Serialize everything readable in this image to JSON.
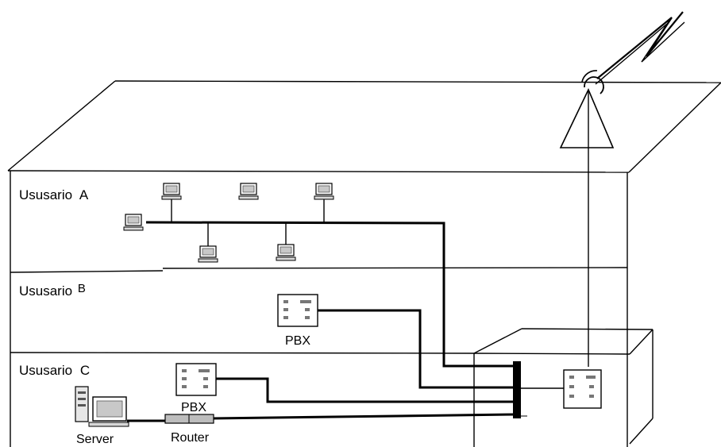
{
  "floors": [
    {
      "id": "a",
      "label_prefix": "Ususario",
      "label_letter": "A"
    },
    {
      "id": "b",
      "label_prefix": "Ususario",
      "label_letter": "B"
    },
    {
      "id": "c",
      "label_prefix": "Ususario",
      "label_letter": "C"
    }
  ],
  "devices": {
    "pbx_b_label": "PBX",
    "pbx_c_label": "PBX",
    "server_label": "Server",
    "router_label": "Router"
  },
  "icons": {
    "computer": "computer-icon",
    "pbx": "pbx-icon",
    "server": "server-icon",
    "router": "router-icon",
    "antenna": "antenna-icon",
    "lightning": "lightning-bolt-icon",
    "patch_panel": "patch-panel-icon"
  },
  "colors": {
    "line": "#000000",
    "background": "#ffffff",
    "screen": "#c8c8c8"
  }
}
